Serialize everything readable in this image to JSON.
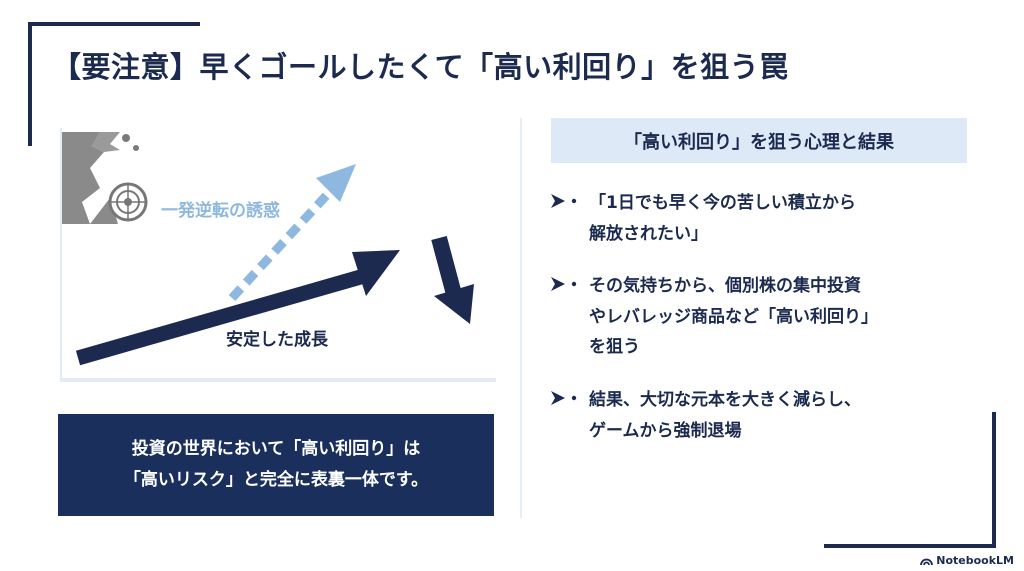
{
  "title": "【要注意】早くゴールしたくて「高い利回り」を狙う罠",
  "diagram": {
    "temptation_label": "一発逆転の誘惑",
    "stable_label": "安定した成長"
  },
  "callout": {
    "line1": "投資の世界において「高い利回り」は",
    "line2": "「高いリスク」と完全に表裏一体です。"
  },
  "right": {
    "heading": "「高い利回り」を狙う心理と結果",
    "bullets": [
      {
        "line1": "「1日でも早く今の苦しい積立から",
        "line2": "解放されたい」"
      },
      {
        "line1": "その気持ちから、個別株の集中投資",
        "line2": "やレバレッジ商品など「高い利回り」",
        "line3": "を狙う"
      },
      {
        "line1": "結果、大切な元本を大きく減らし、",
        "line2": "ゲームから強制退場"
      }
    ]
  },
  "brand": {
    "label": "NotebookLM"
  },
  "colors": {
    "navy": "#1b2a4e",
    "light_blue": "#8fb8e0",
    "panel": "#dde9f7"
  }
}
